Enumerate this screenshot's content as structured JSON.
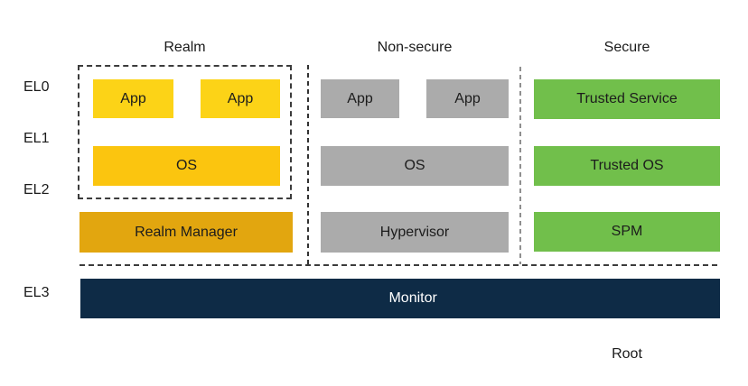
{
  "headers": {
    "realm": "Realm",
    "non_secure": "Non-secure",
    "secure": "Secure"
  },
  "exception_levels": {
    "el0": "EL0",
    "el1": "EL1",
    "el2": "EL2",
    "el3": "EL3"
  },
  "realm_column": {
    "app1": "App",
    "app2": "App",
    "os": "OS",
    "manager": "Realm Manager"
  },
  "non_secure_column": {
    "app1": "App",
    "app2": "App",
    "os": "OS",
    "hypervisor": "Hypervisor"
  },
  "secure_column": {
    "trusted_service": "Trusted Service",
    "trusted_os": "Trusted OS",
    "spm": "SPM"
  },
  "monitor_label": "Monitor",
  "root_label": "Root",
  "colors": {
    "realm_app": "#FCD317",
    "realm_os": "#FBC50F",
    "realm_manager": "#E2A60F",
    "non_secure_box": "#ABABAB",
    "secure_box": "#71BF4B",
    "monitor_bar": "#0E2B46"
  }
}
